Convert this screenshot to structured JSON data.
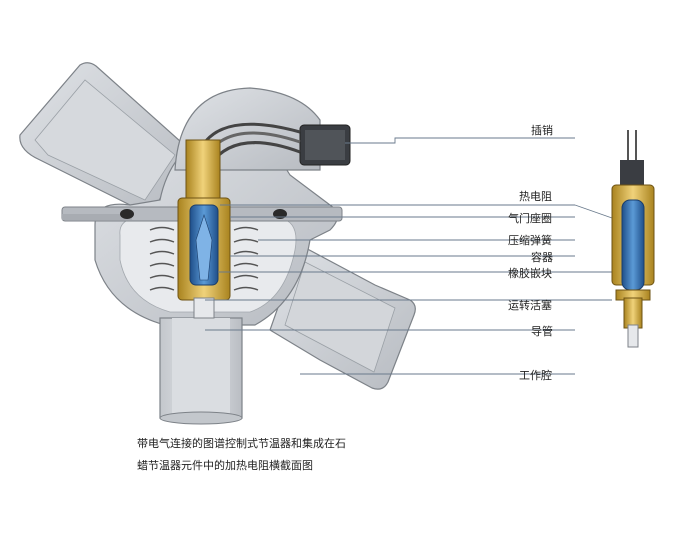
{
  "labels": [
    "插销",
    "热电阻",
    "气门座圈",
    "压缩弹簧",
    "容器",
    "橡胶嵌块",
    "运转活塞",
    "导管",
    "工作腔"
  ],
  "caption": {
    "line1": "带电气连接的图谱控制式节温器和集成在石",
    "line2": "蜡节温器元件中的加热电阻横截面图"
  },
  "colors": {
    "housing": "#c8cbd0",
    "housing_dark": "#8c9096",
    "brass": "#d9b24a",
    "wax_blue": "#2f6fb3",
    "leader": "#6a7a8c",
    "seal": "#2a2a2a"
  }
}
